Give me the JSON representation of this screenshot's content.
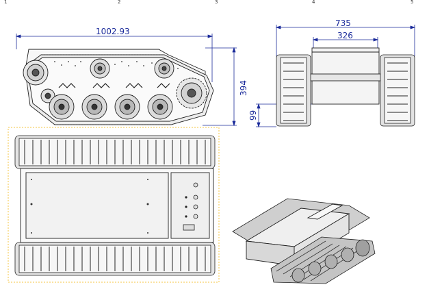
{
  "zones": [
    "1",
    "2",
    "3",
    "4",
    "5"
  ],
  "dimensions": {
    "side_length": "1002.93",
    "side_height": "394",
    "front_width": "735",
    "front_body_width": "326",
    "front_clearance": "99"
  },
  "colors": {
    "line": "#1f1f1f",
    "dimension": "#1a2a9a",
    "selection": "#f4c542"
  }
}
